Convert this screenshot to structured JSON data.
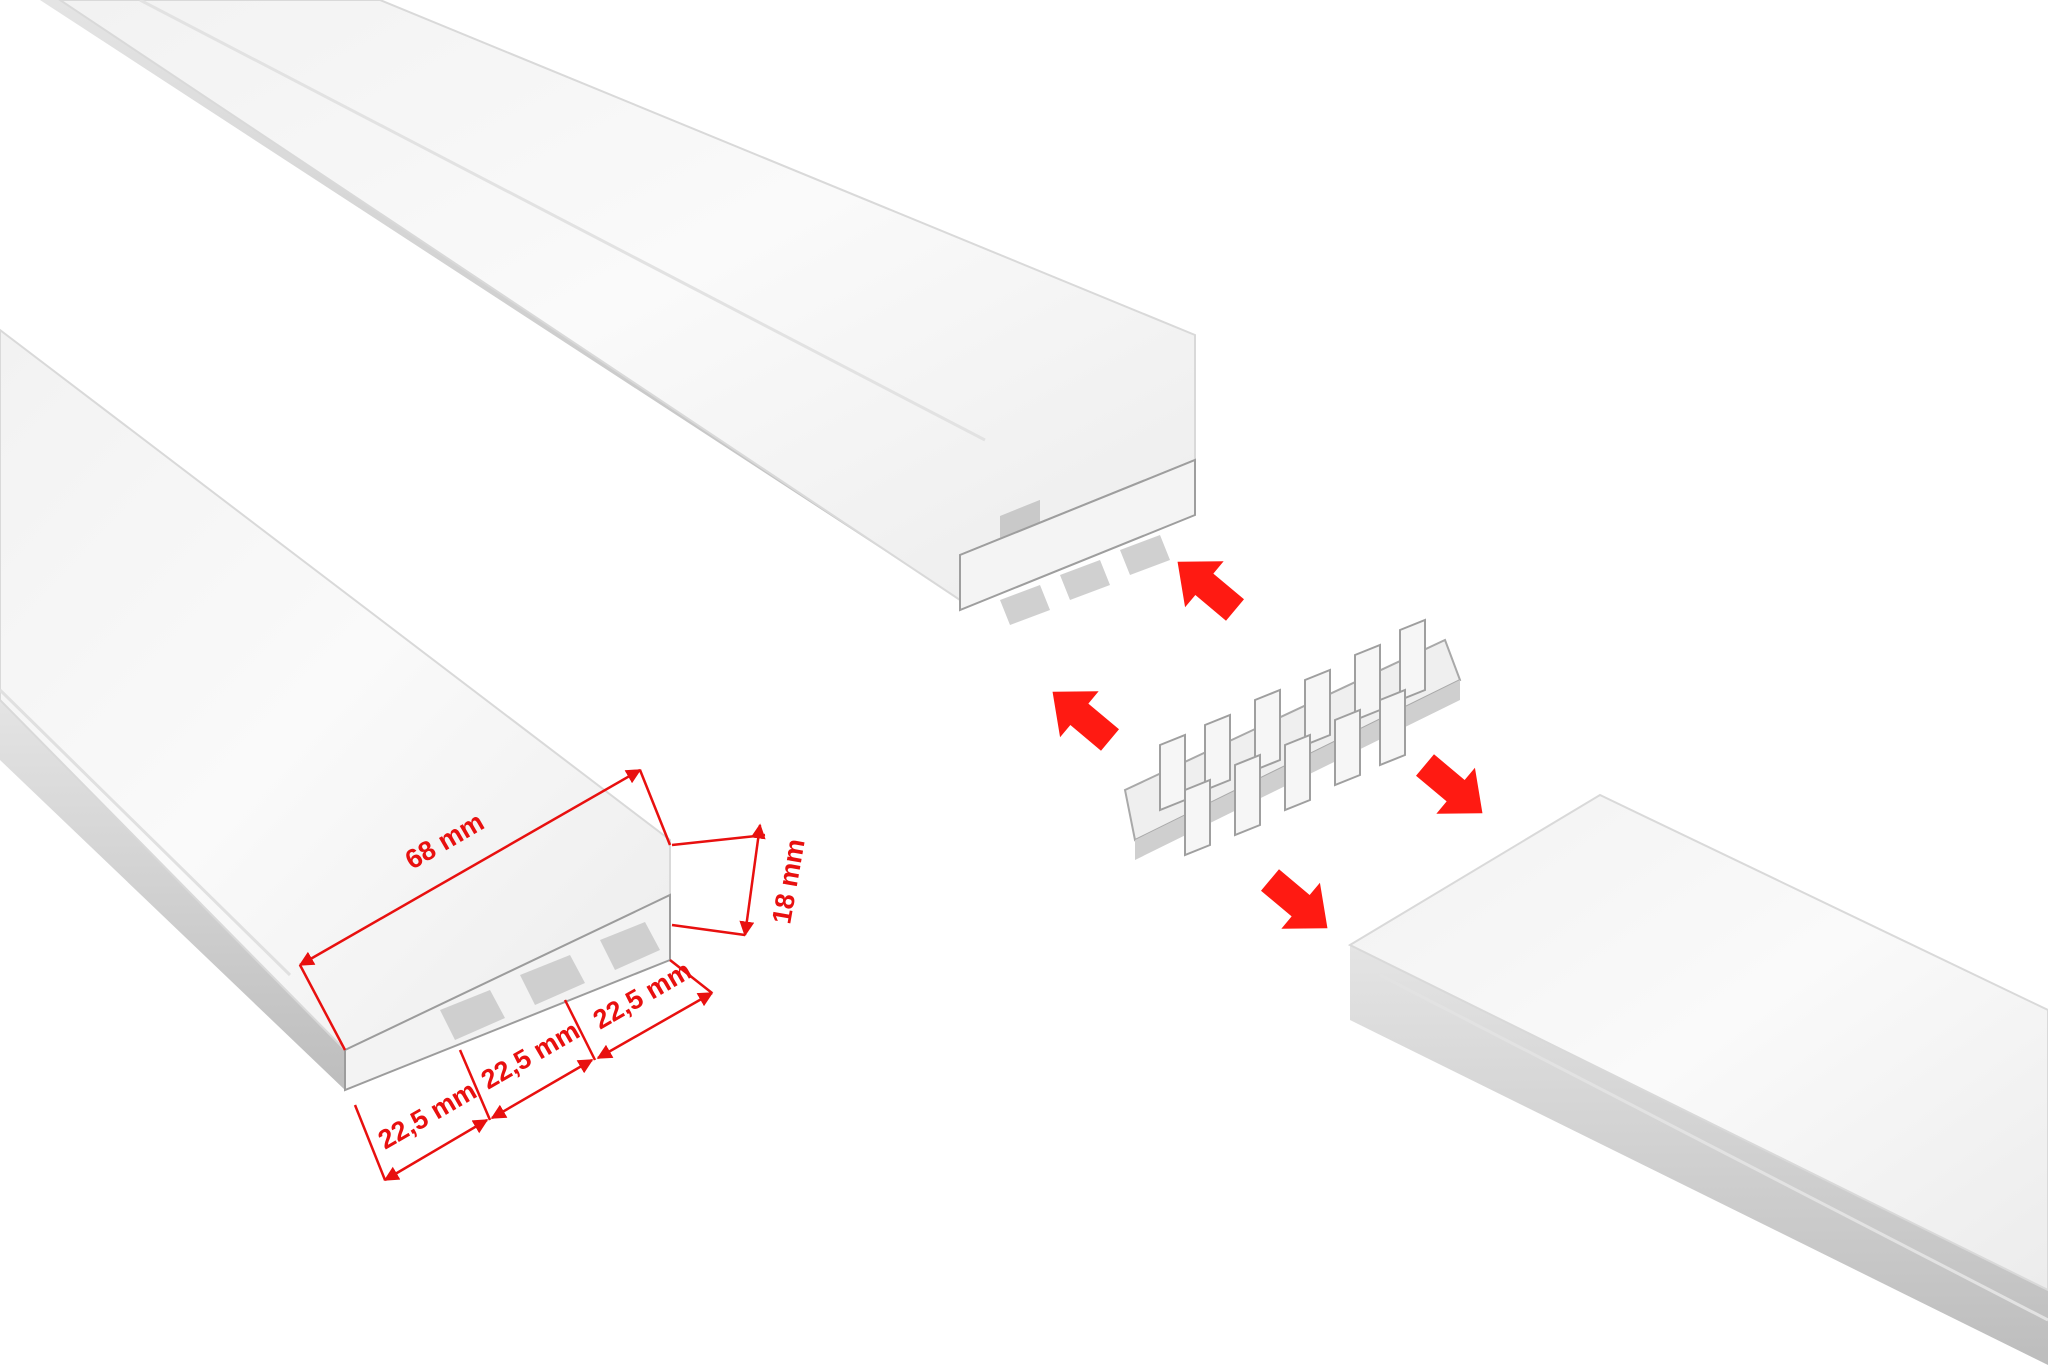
{
  "colors": {
    "background": "#ffffff",
    "profile_face": "#f7f7f7",
    "profile_side": "#cfcfcf",
    "dimension": "#e8100f",
    "arrow": "#ff1a12"
  },
  "dimensions": {
    "width": "68 mm",
    "height": "18 mm",
    "track_1": "22,5 mm",
    "track_2": "22,5 mm",
    "track_3": "22,5 mm"
  },
  "arrows": {
    "count": 4,
    "icon": "arrow-icon"
  }
}
